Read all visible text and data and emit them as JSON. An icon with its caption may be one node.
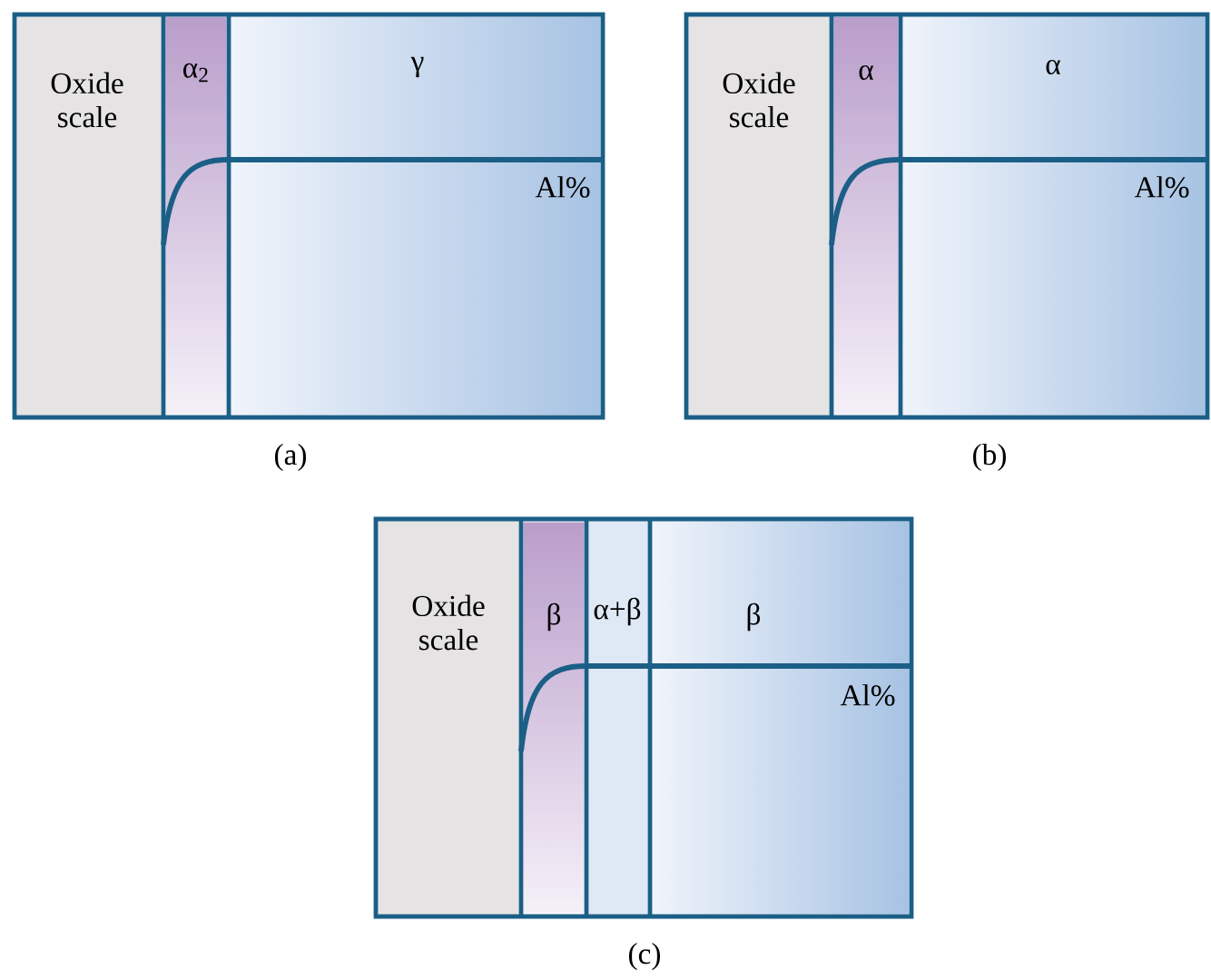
{
  "diagram": {
    "nodes": [
      {
        "text": [],
        "shape": "box",
        "beside": [
          "(a)"
        ]
      },
      {
        "text": [
          "Oxide scale"
        ],
        "in": 0
      },
      {
        "text": [
          "α$_{2}$"
        ],
        "in": 0
      },
      {
        "text": [
          "γ"
        ],
        "in": 0
      },
      {
        "text": [],
        "shape": "box",
        "beside": [
          "(b)"
        ]
      },
      {
        "text": [
          "Oxide scale"
        ],
        "in": 4
      },
      {
        "text": [
          "α"
        ],
        "in": 4
      },
      {
        "text": [
          "α"
        ],
        "in": 4
      },
      {
        "text": [],
        "shape": "box",
        "beside": [
          "(c)"
        ]
      },
      {
        "text": [
          "Oxide scale"
        ],
        "in": 8
      },
      {
        "text": [
          "β"
        ],
        "in": 8
      },
      {
        "text": [
          "α+β"
        ],
        "in": 8
      },
      {
        "text": [
          "β"
        ],
        "in": 8
      }
    ],
    "labels": [
      "Al%",
      "Al%",
      "Al%"
    ]
  }
}
